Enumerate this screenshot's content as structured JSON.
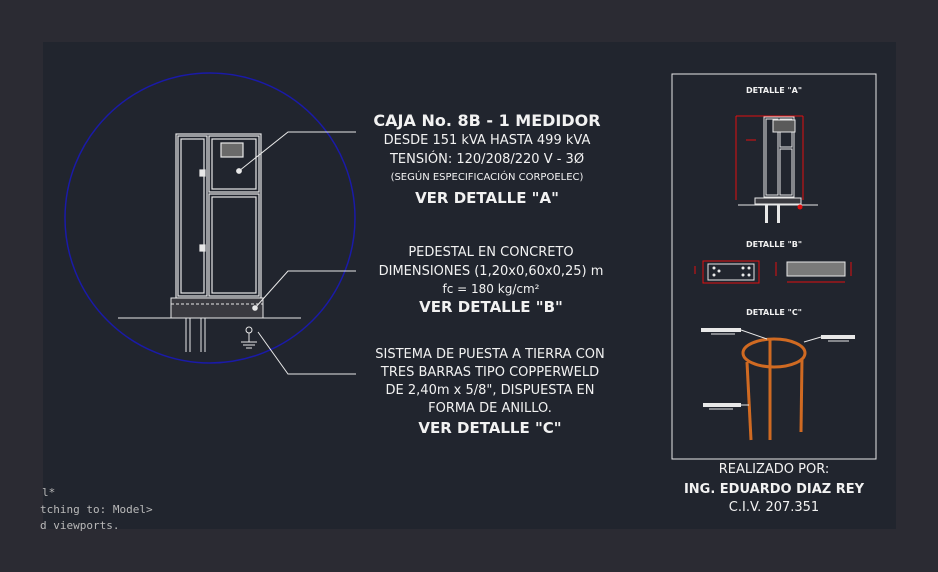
{
  "colors": {
    "background": "#2b2b33",
    "canvas": "#21252e",
    "text": "#f2f2f2",
    "circle": "#1a1aa8",
    "accent_red": "#e01010",
    "accent_orange": "#d06a22"
  },
  "main_callouts": {
    "caja": {
      "title": "CAJA No. 8B - 1 MEDIDOR",
      "line1": "DESDE 151 kVA HASTA 499 kVA",
      "line2": "TENSIÓN: 120/208/220 V - 3Ø",
      "line3": "(SEGÚN ESPECIFICACIÓN CORPOELEC)",
      "ref": "VER DETALLE \"A\""
    },
    "pedestal": {
      "line1": "PEDESTAL EN CONCRETO",
      "line2": "DIMENSIONES (1,20x0,60x0,25) m",
      "line3": "fc = 180 kg/cm²",
      "ref": "VER DETALLE \"B\""
    },
    "tierra": {
      "line1": "SISTEMA DE PUESTA A TIERRA CON",
      "line2": "TRES BARRAS TIPO COPPERWELD",
      "line3": "DE 2,40m x 5/8\", DISPUESTA EN",
      "line4": "FORMA DE ANILLO.",
      "ref": "VER DETALLE \"C\""
    }
  },
  "detail_panel": {
    "detalle_a": "DETALLE \"A\"",
    "detalle_b": "DETALLE \"B\"",
    "detalle_c": "DETALLE \"C\""
  },
  "credits": {
    "label": "REALIZADO POR:",
    "name": "ING. EDUARDO DIAZ REY",
    "civ": "C.I.V. 207.351"
  },
  "command_line": {
    "line1": "l*",
    "line2": "tching to: Model>",
    "line3": "d viewports."
  }
}
